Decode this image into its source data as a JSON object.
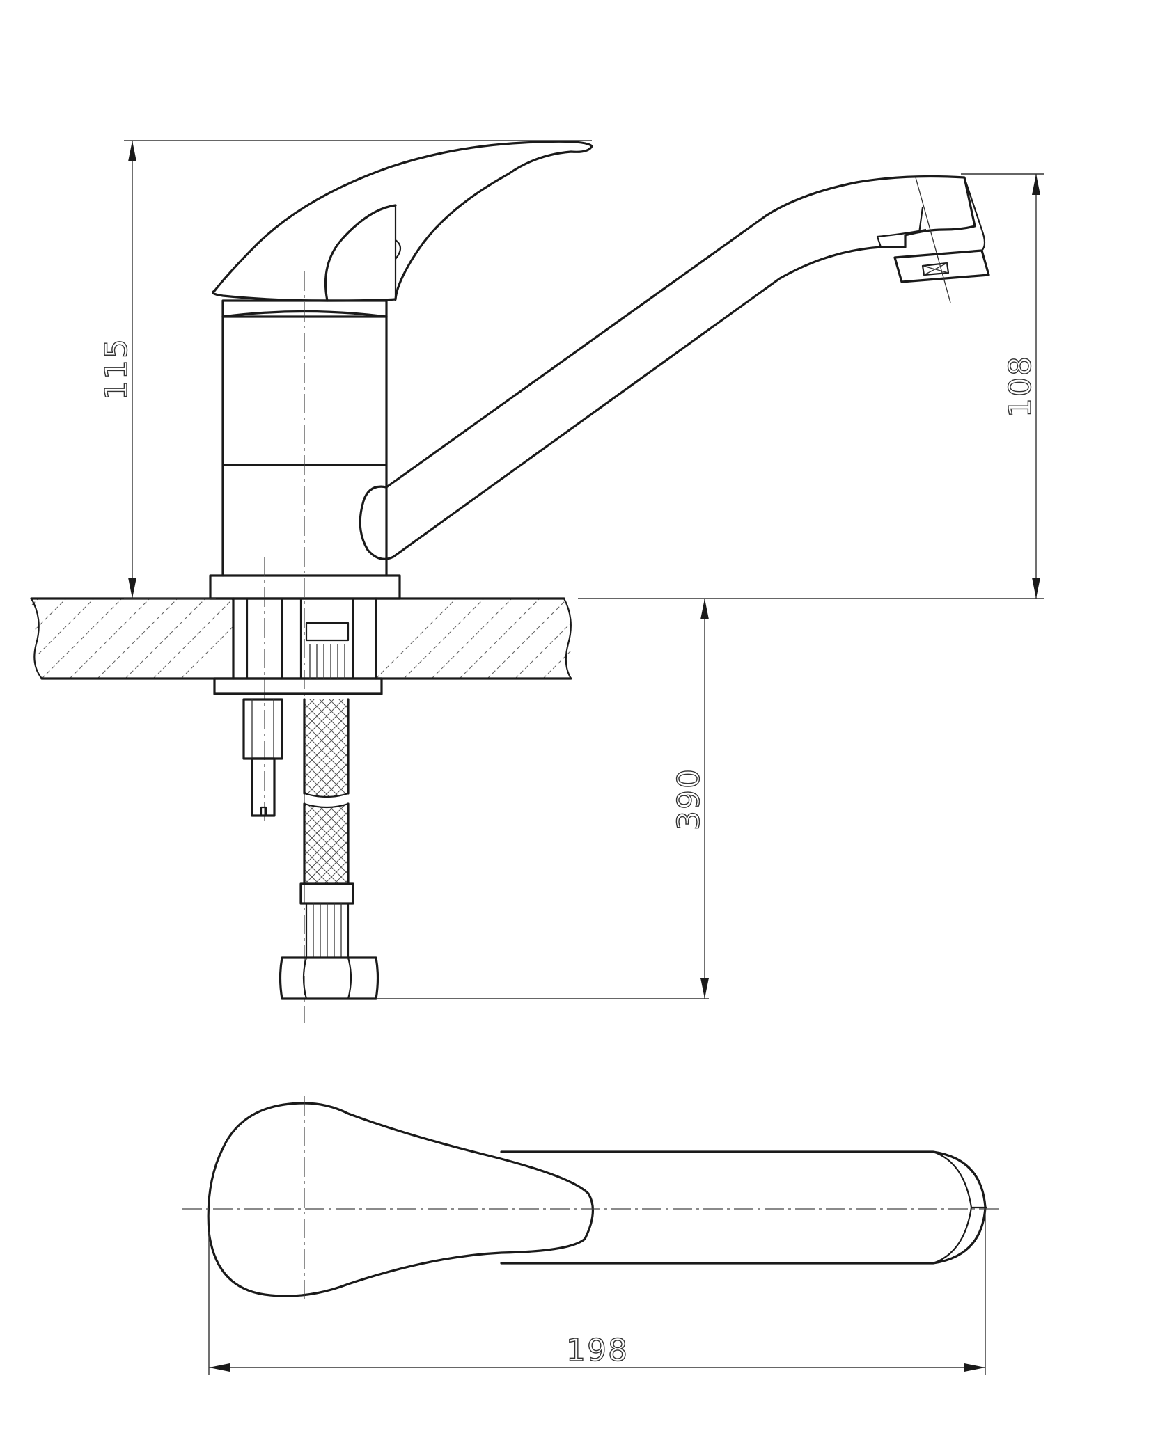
{
  "dimensions": {
    "body_height": "115",
    "spout_height": "108",
    "hose_length": "390",
    "spout_reach": "198"
  }
}
